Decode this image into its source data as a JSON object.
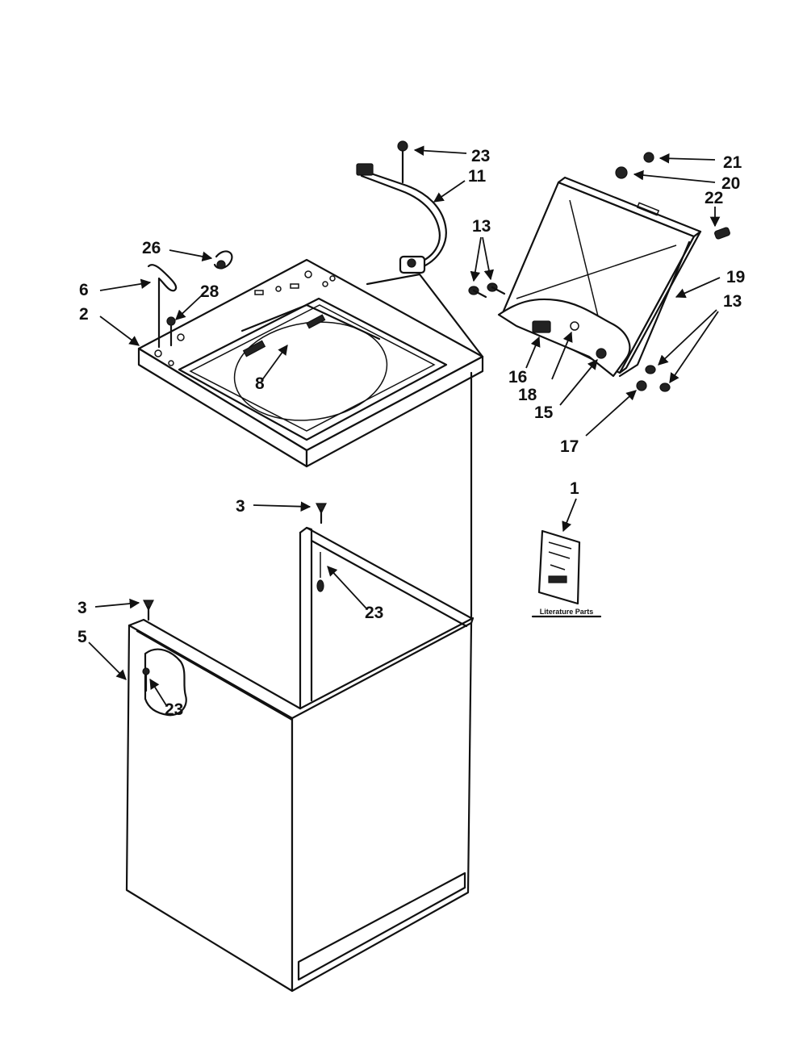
{
  "callouts": {
    "c1": "1",
    "c2": "2",
    "c3a": "3",
    "c3b": "3",
    "c5": "5",
    "c6": "6",
    "c8": "8",
    "c11": "11",
    "c13a": "13",
    "c13b": "13",
    "c15": "15",
    "c16": "16",
    "c17": "17",
    "c18": "18",
    "c19": "19",
    "c20": "20",
    "c21": "21",
    "c22": "22",
    "c23a": "23",
    "c23b": "23",
    "c23c": "23",
    "c26": "26",
    "c28": "28"
  },
  "literature_caption": "Literature Parts"
}
